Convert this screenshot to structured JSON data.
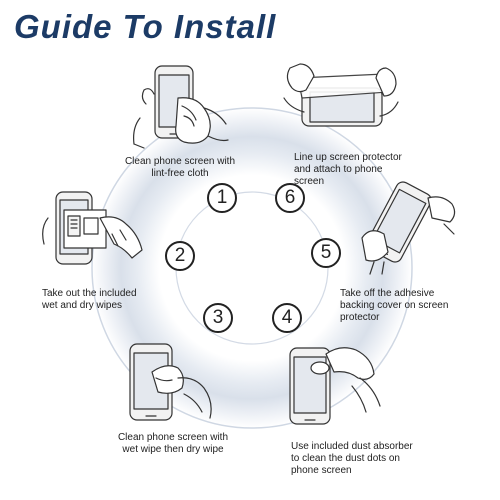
{
  "title": "Guide To Install",
  "steps": [
    {
      "number": "1",
      "text": "Clean phone screen with\nlint-free cloth"
    },
    {
      "number": "2",
      "text": "Take out the included\nwet and dry wipes"
    },
    {
      "number": "3",
      "text": "Clean phone screen with\nwet wipe then dry wipe"
    },
    {
      "number": "4",
      "text": "Use included dust absorber\nto clean the dust dots on\nphone screen"
    },
    {
      "number": "5",
      "text": "Take off the adhesive\nbacking cover on screen\nprotector"
    },
    {
      "number": "6",
      "text": "Line up screen protector\nand attach to phone\nscreen"
    }
  ],
  "colors": {
    "title": "#1c3b66",
    "ring": "#dde4ee",
    "ink": "#222222"
  }
}
